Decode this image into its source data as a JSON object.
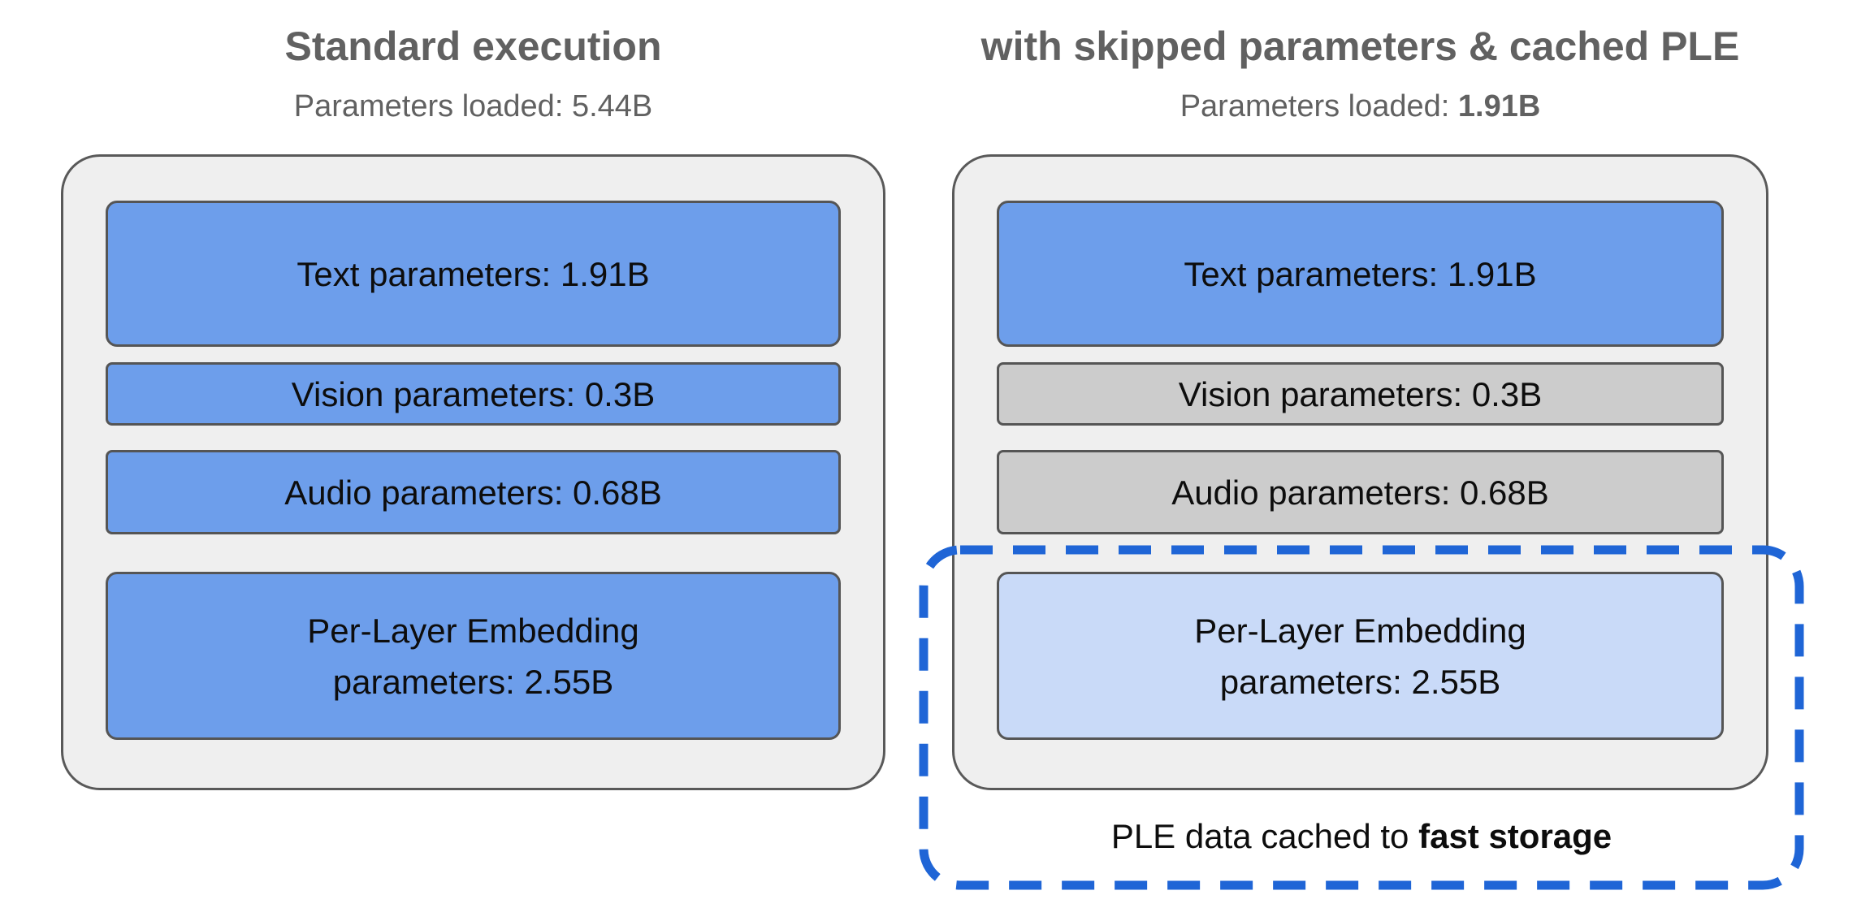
{
  "diagram": {
    "left_panel": {
      "title": "Standard execution",
      "subtitle_label": "Parameters loaded: ",
      "subtitle_value": "5.44B",
      "boxes": {
        "text": "Text parameters: 1.91B",
        "vision": "Vision parameters: 0.3B",
        "audio": "Audio parameters: 0.68B",
        "ple_line1": "Per-Layer Embedding",
        "ple_line2": "parameters: 2.55B"
      }
    },
    "right_panel": {
      "title": "with skipped parameters & cached PLE",
      "subtitle_label": "Parameters loaded: ",
      "subtitle_value": "1.91B",
      "boxes": {
        "text": "Text parameters: 1.91B",
        "vision": "Vision parameters: 0.3B",
        "audio": "Audio parameters: 0.68B",
        "ple_line1": "Per-Layer Embedding",
        "ple_line2": "parameters: 2.55B"
      },
      "caption_label": "PLE data cached to ",
      "caption_bold": "fast storage"
    },
    "colors": {
      "title_gray": "#616161",
      "container_fill": "#efefef",
      "container_border": "#595959",
      "box_blue": "#6d9eeb",
      "box_skipped_gray": "#cccccc",
      "box_cached_light_blue": "#c9daf8",
      "box_border": "#555555",
      "dashed_outline_blue": "#1f65d6",
      "box_text_black": "#0d0d0d"
    }
  }
}
